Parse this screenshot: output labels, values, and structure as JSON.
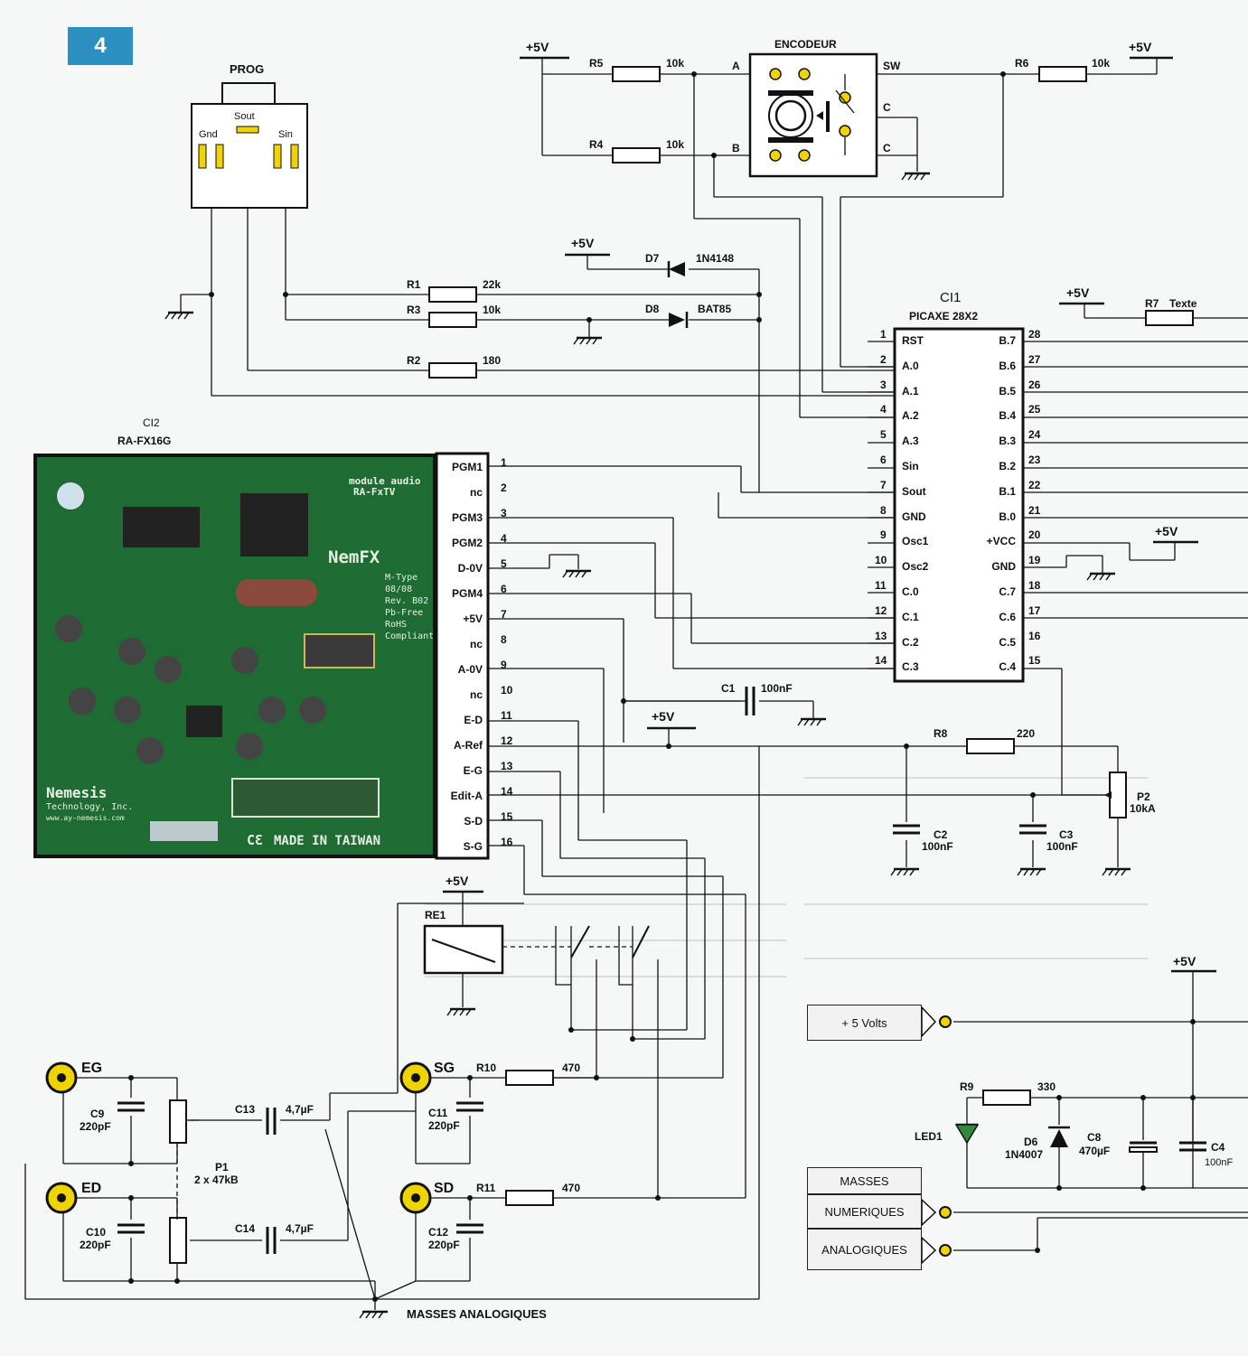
{
  "figure_number": "4",
  "prog": {
    "title": "PROG",
    "gnd": "Gnd",
    "sout": "Sout",
    "sin": "Sin"
  },
  "encoder": {
    "title": "ENCODEUR",
    "a": "A",
    "b": "B",
    "sw": "SW",
    "c1": "C",
    "c2": "C"
  },
  "supply": "+5V",
  "resistors": [
    {
      "ref": "R5",
      "value": "10k"
    },
    {
      "ref": "R4",
      "value": "10k"
    },
    {
      "ref": "R6",
      "value": "10k"
    },
    {
      "ref": "R1",
      "value": "22k"
    },
    {
      "ref": "R3",
      "value": "10k"
    },
    {
      "ref": "R2",
      "value": "180"
    },
    {
      "ref": "R7",
      "value": "Texte"
    },
    {
      "ref": "R8",
      "value": "220"
    },
    {
      "ref": "R10",
      "value": "470"
    },
    {
      "ref": "R11",
      "value": "470"
    },
    {
      "ref": "R9",
      "value": "330"
    }
  ],
  "diodes": [
    {
      "ref": "D7",
      "value": "1N4148"
    },
    {
      "ref": "D8",
      "value": "BAT85"
    },
    {
      "ref": "D6",
      "value": "1N4007"
    },
    {
      "ref": "LED1",
      "value": ""
    }
  ],
  "ci1": {
    "ref": "CI1",
    "part": "PICAXE 28X2",
    "left_pins": [
      {
        "num": "1",
        "name": "RST"
      },
      {
        "num": "2",
        "name": "A.0"
      },
      {
        "num": "3",
        "name": "A.1"
      },
      {
        "num": "4",
        "name": "A.2"
      },
      {
        "num": "5",
        "name": "A.3"
      },
      {
        "num": "6",
        "name": "Sin"
      },
      {
        "num": "7",
        "name": "Sout"
      },
      {
        "num": "8",
        "name": "GND"
      },
      {
        "num": "9",
        "name": "Osc1"
      },
      {
        "num": "10",
        "name": "Osc2"
      },
      {
        "num": "11",
        "name": "C.0"
      },
      {
        "num": "12",
        "name": "C.1"
      },
      {
        "num": "13",
        "name": "C.2"
      },
      {
        "num": "14",
        "name": "C.3"
      }
    ],
    "right_pins": [
      {
        "num": "28",
        "name": "B.7"
      },
      {
        "num": "27",
        "name": "B.6"
      },
      {
        "num": "26",
        "name": "B.5"
      },
      {
        "num": "25",
        "name": "B.4"
      },
      {
        "num": "24",
        "name": "B.3"
      },
      {
        "num": "23",
        "name": "B.2"
      },
      {
        "num": "22",
        "name": "B.1"
      },
      {
        "num": "21",
        "name": "B.0"
      },
      {
        "num": "20",
        "name": "+VCC"
      },
      {
        "num": "19",
        "name": "GND"
      },
      {
        "num": "18",
        "name": "C.7"
      },
      {
        "num": "17",
        "name": "C.6"
      },
      {
        "num": "16",
        "name": "C.5"
      },
      {
        "num": "15",
        "name": "C.4"
      }
    ]
  },
  "ci2": {
    "ref": "CI2",
    "part": "RA-FX16G",
    "pins": [
      {
        "num": "1",
        "name": "PGM1"
      },
      {
        "num": "2",
        "name": "nc"
      },
      {
        "num": "3",
        "name": "PGM3"
      },
      {
        "num": "4",
        "name": "PGM2"
      },
      {
        "num": "5",
        "name": "D-0V"
      },
      {
        "num": "6",
        "name": "PGM4"
      },
      {
        "num": "7",
        "name": "+5V"
      },
      {
        "num": "8",
        "name": "nc"
      },
      {
        "num": "9",
        "name": "A-0V"
      },
      {
        "num": "10",
        "name": "nc"
      },
      {
        "num": "11",
        "name": "E-D"
      },
      {
        "num": "12",
        "name": "A-Ref"
      },
      {
        "num": "13",
        "name": "E-G"
      },
      {
        "num": "14",
        "name": "Edit-A"
      },
      {
        "num": "15",
        "name": "S-D"
      },
      {
        "num": "16",
        "name": "S-G"
      }
    ],
    "board": {
      "logo_line1": "module audio",
      "logo_line2": "RA-FxTV",
      "brand": "NemFX",
      "info": [
        "M-Type",
        "08/08",
        "Rev. B02",
        "Pb-Free",
        "RoHS",
        "Compliant"
      ],
      "maker": "Nemesis",
      "maker_sub": "Technology, Inc.",
      "maker_url": "www.ay-nemesis.com",
      "made_in": "MADE IN TAIWAN"
    }
  },
  "capacitors": [
    {
      "ref": "C1",
      "value": "100nF"
    },
    {
      "ref": "C2",
      "value": "100nF"
    },
    {
      "ref": "C3",
      "value": "100nF"
    },
    {
      "ref": "C9",
      "value": "220pF"
    },
    {
      "ref": "C10",
      "value": "220pF"
    },
    {
      "ref": "C13",
      "value": "4,7µF"
    },
    {
      "ref": "C14",
      "value": "4,7µF"
    },
    {
      "ref": "C11",
      "value": "220pF"
    },
    {
      "ref": "C12",
      "value": "220pF"
    },
    {
      "ref": "C8",
      "value": "470µF"
    },
    {
      "ref": "C4",
      "value": "100nF"
    }
  ],
  "pots": [
    {
      "ref": "P2",
      "value": "10kA"
    },
    {
      "ref": "P1",
      "value": "2 x 47kB"
    }
  ],
  "relay": {
    "ref": "RE1"
  },
  "jacks": [
    {
      "name": "EG"
    },
    {
      "name": "ED"
    },
    {
      "name": "SG"
    },
    {
      "name": "SD"
    }
  ],
  "connectors": {
    "plus5": "+ 5 Volts",
    "masses": "MASSES",
    "numeriques": "NUMERIQUES",
    "analogiques": "ANALOGIQUES"
  },
  "masses_analogiques": "MASSES ANALOGIQUES"
}
